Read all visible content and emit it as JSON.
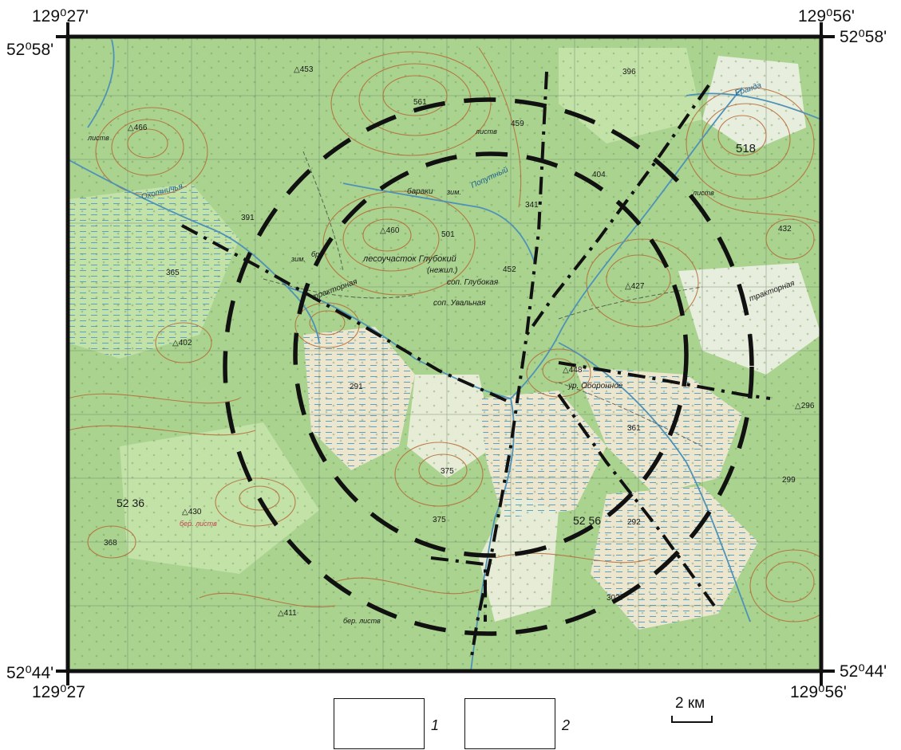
{
  "corners": {
    "top_left_lon": "129⁰27'",
    "top_left_lat": "52⁰58'",
    "top_right_lon": "129⁰56'",
    "top_right_lat": "52⁰58'",
    "bottom_left_lat": "52⁰44'",
    "bottom_left_lon": "129⁰27",
    "bottom_right_lat": "52⁰44'",
    "bottom_right_lon": "129⁰56'"
  },
  "map_labels": {
    "h453": "△453",
    "h396": "396",
    "h466": "△466",
    "h561": "561",
    "h459": "459",
    "h518": "518",
    "h404": "404",
    "h432": "432",
    "h391": "391",
    "h460": "△460",
    "h501": "501",
    "h341": "341",
    "h365": "365",
    "h452": "452",
    "h427": "△427",
    "h402": "△402",
    "h448": "△448",
    "h291": "291",
    "h296": "△296",
    "h375a": "375",
    "h375b": "375",
    "h361": "361",
    "h299": "299",
    "h430": "△430",
    "h292": "292",
    "h368": "368",
    "h302": "302",
    "h411": "△411",
    "grid52_36": "52  36",
    "grid52_56": "52  56",
    "village": "лесоучасток Глубокий",
    "village_sub": "(нежил.)",
    "sop_glubokaya": "соп. Глубокая",
    "sop_uvalnaya": "соп. Увальная",
    "traktornaya1": "тракторная",
    "traktornaya2": "тракторная",
    "okhotnichya": "Охотничья",
    "baraki": "бараки",
    "poputny": "Попутный",
    "ur_oboronnoe": "ур. Оборонное",
    "eranda": "Еранда",
    "zim1": "зим.",
    "zim2": "зим.",
    "br1": "бр.",
    "forest1": "листв",
    "forest2": "листв",
    "forest3": "листв",
    "forest4": "бер. листв",
    "forest5": "бер. листв"
  },
  "legend": {
    "item1_number": "1",
    "item2_number": "2",
    "scale_label": "2 км"
  },
  "colors": {
    "forest_green": "#9fce85",
    "light_green": "#c3e2a8",
    "meadow": "#ece6cf",
    "contour": "#b56a35",
    "water": "#4f92b8",
    "marks": "#111111"
  }
}
